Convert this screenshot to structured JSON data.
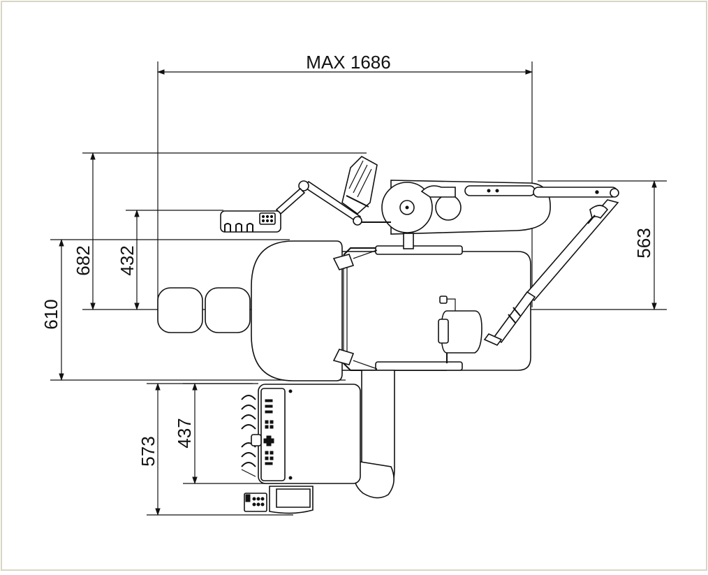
{
  "colors": {
    "border": "#d8d6c4",
    "stroke": "#111111",
    "background": "#ffffff"
  },
  "dimensions": {
    "max_width": "MAX 1686",
    "dim_682": "682",
    "dim_432": "432",
    "dim_610": "610",
    "dim_573": "573",
    "dim_437": "437",
    "dim_563": "563"
  }
}
